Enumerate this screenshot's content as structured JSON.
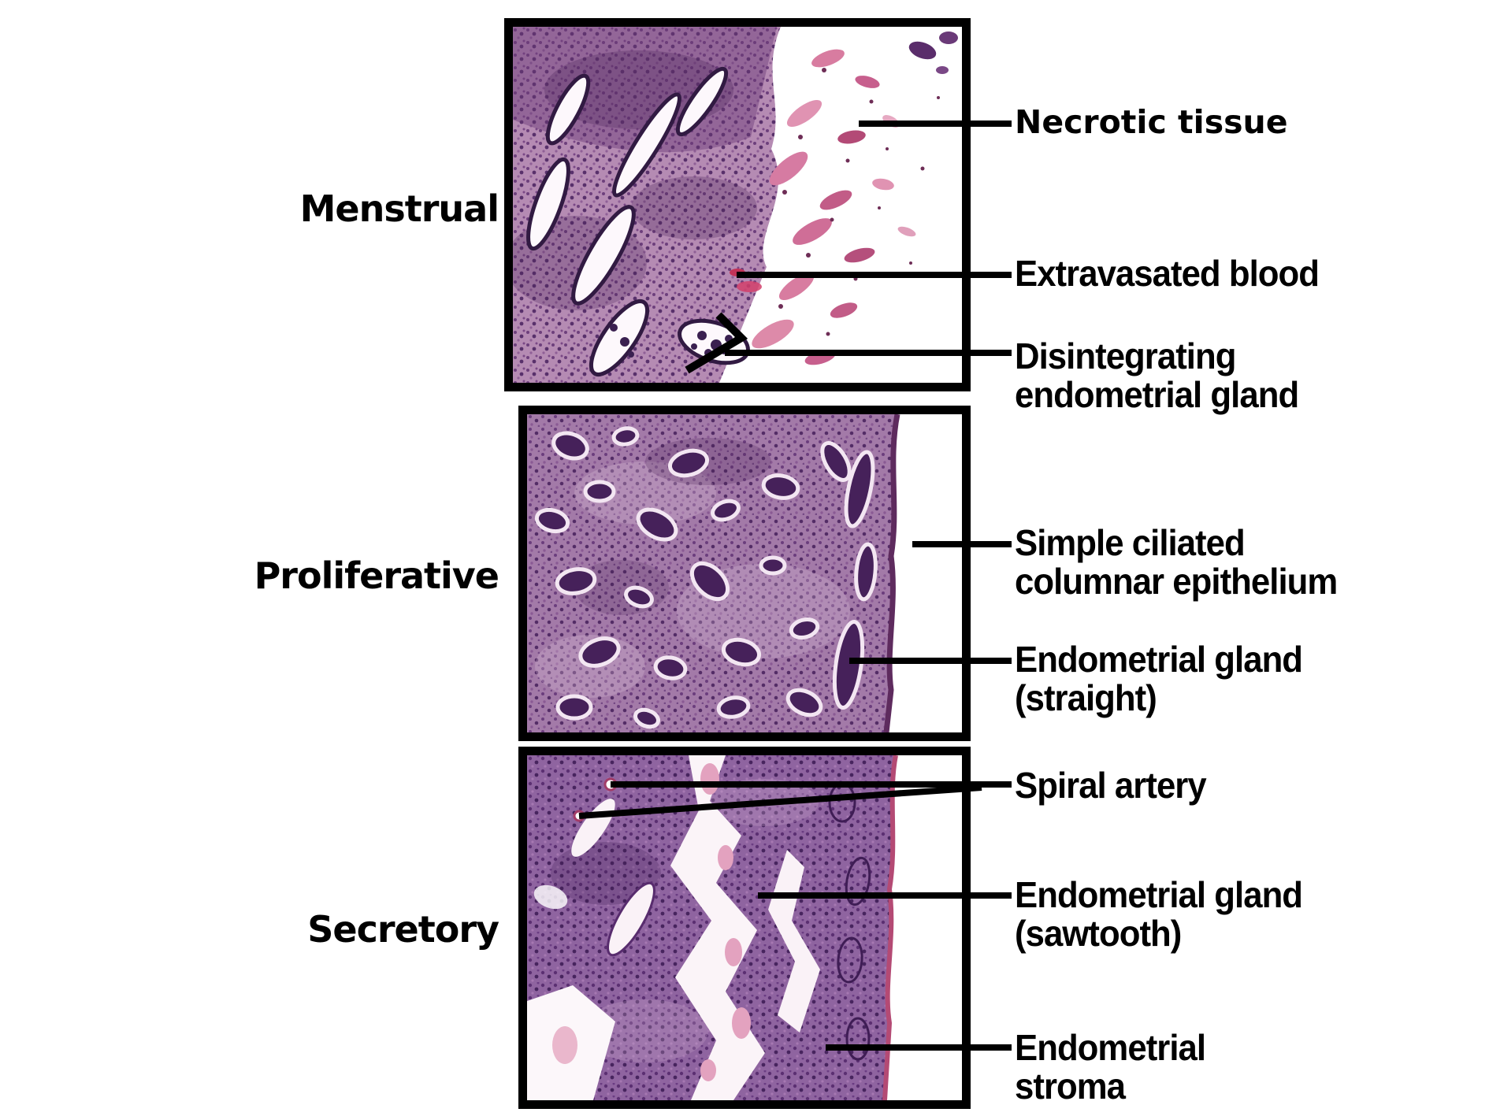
{
  "figure": {
    "description": "Histology of the endometrium in three phases of the uterine cycle, H&E stained micrographs with labeled structures",
    "phases": [
      {
        "name": "Menstrual"
      },
      {
        "name": "Proliferative"
      },
      {
        "name": "Secretory"
      }
    ]
  },
  "annotations": [
    {
      "id": "necrotic-tissue",
      "phase": "Menstrual",
      "label_lines": [
        "Necrotic tissue"
      ],
      "leaders": [
        [
          1090,
          157,
          1284,
          157
        ]
      ]
    },
    {
      "id": "extravasated-blood",
      "phase": "Menstrual",
      "label_lines": [
        "Extravasated blood"
      ],
      "leaders": [
        [
          935,
          349,
          1284,
          349
        ]
      ]
    },
    {
      "id": "disintegrating-endometrial-gland",
      "phase": "Menstrual",
      "label_lines": [
        "Disintegrating",
        "endometrial gland"
      ],
      "leaders": [
        [
          920,
          448,
          1284,
          448
        ]
      ],
      "marker_points": "912,400 941,429 872,470"
    },
    {
      "id": "simple-ciliated-columnar-epithelium",
      "phase": "Proliferative",
      "label_lines": [
        "Simple ciliated",
        "columnar epithelium"
      ],
      "leaders": [
        [
          1158,
          691,
          1284,
          691
        ]
      ]
    },
    {
      "id": "endometrial-gland-straight",
      "phase": "Proliferative",
      "label_lines": [
        "Endometrial gland",
        "(straight)"
      ],
      "leaders": [
        [
          1078,
          839,
          1284,
          839
        ]
      ]
    },
    {
      "id": "spiral-artery",
      "phase": "Secretory",
      "label_lines": [
        "Spiral artery"
      ],
      "leaders": [
        [
          775,
          996,
          1284,
          996
        ],
        [
          735,
          1036,
          1246,
          1000
        ]
      ]
    },
    {
      "id": "endometrial-gland-sawtooth",
      "phase": "Secretory",
      "label_lines": [
        "Endometrial gland",
        "(sawtooth)"
      ],
      "leaders": [
        [
          962,
          1137,
          1284,
          1137
        ]
      ]
    },
    {
      "id": "endometrial-stroma",
      "phase": "Secretory",
      "label_lines": [
        "Endometrial",
        "stroma"
      ],
      "leaders": [
        [
          1048,
          1330,
          1284,
          1330
        ]
      ]
    }
  ],
  "colors": {
    "line": "#000000",
    "label_text": "#000000",
    "panel_border": "#000000",
    "background": "#ffffff",
    "stain_hematoxylin_purple": "#7c4f85",
    "stain_dark_nuclei": "#46215a",
    "stain_eosin_pink": "#e093b2"
  }
}
